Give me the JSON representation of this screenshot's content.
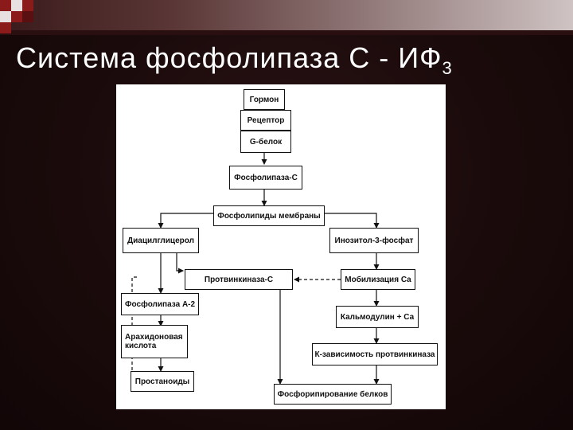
{
  "slide": {
    "title_main": "Система фосфолипаза С - ИФ",
    "title_sub": "3",
    "accent_colors": {
      "top_band_dark": "#3a1a1b",
      "top_band_light": "#cfc3c3",
      "corner_red": "#8b1a1a",
      "background": "#1a0a0b",
      "panel": "#ffffff"
    }
  },
  "diagram": {
    "nodes": {
      "hormone": "Гормон",
      "receptor": "Рецептор",
      "g_protein": "G-белок",
      "phospholipase_c": "Фосфолипаза-С",
      "membrane_phospholipids": "Фосфолипиды мембраны",
      "diacylglycerol": "Диацилглицерол",
      "inositol_3_phosphate": "Инозитол-3-фосфат",
      "protein_kinase_c": "Протвинкиназа-С",
      "ca_mobilization": "Мобилизация Са",
      "phospholipase_a2": "Фосфолипаза А-2",
      "calmodulin_ca": "Кальмодулин + Са",
      "arachidonic_acid": "Арахидоновая кислота",
      "k_dependent_kinase": "К-зависимость протвинкиназа",
      "prostanoids": "Простаноиды",
      "protein_phosphorylation": "Фосфорипирование белков"
    }
  }
}
